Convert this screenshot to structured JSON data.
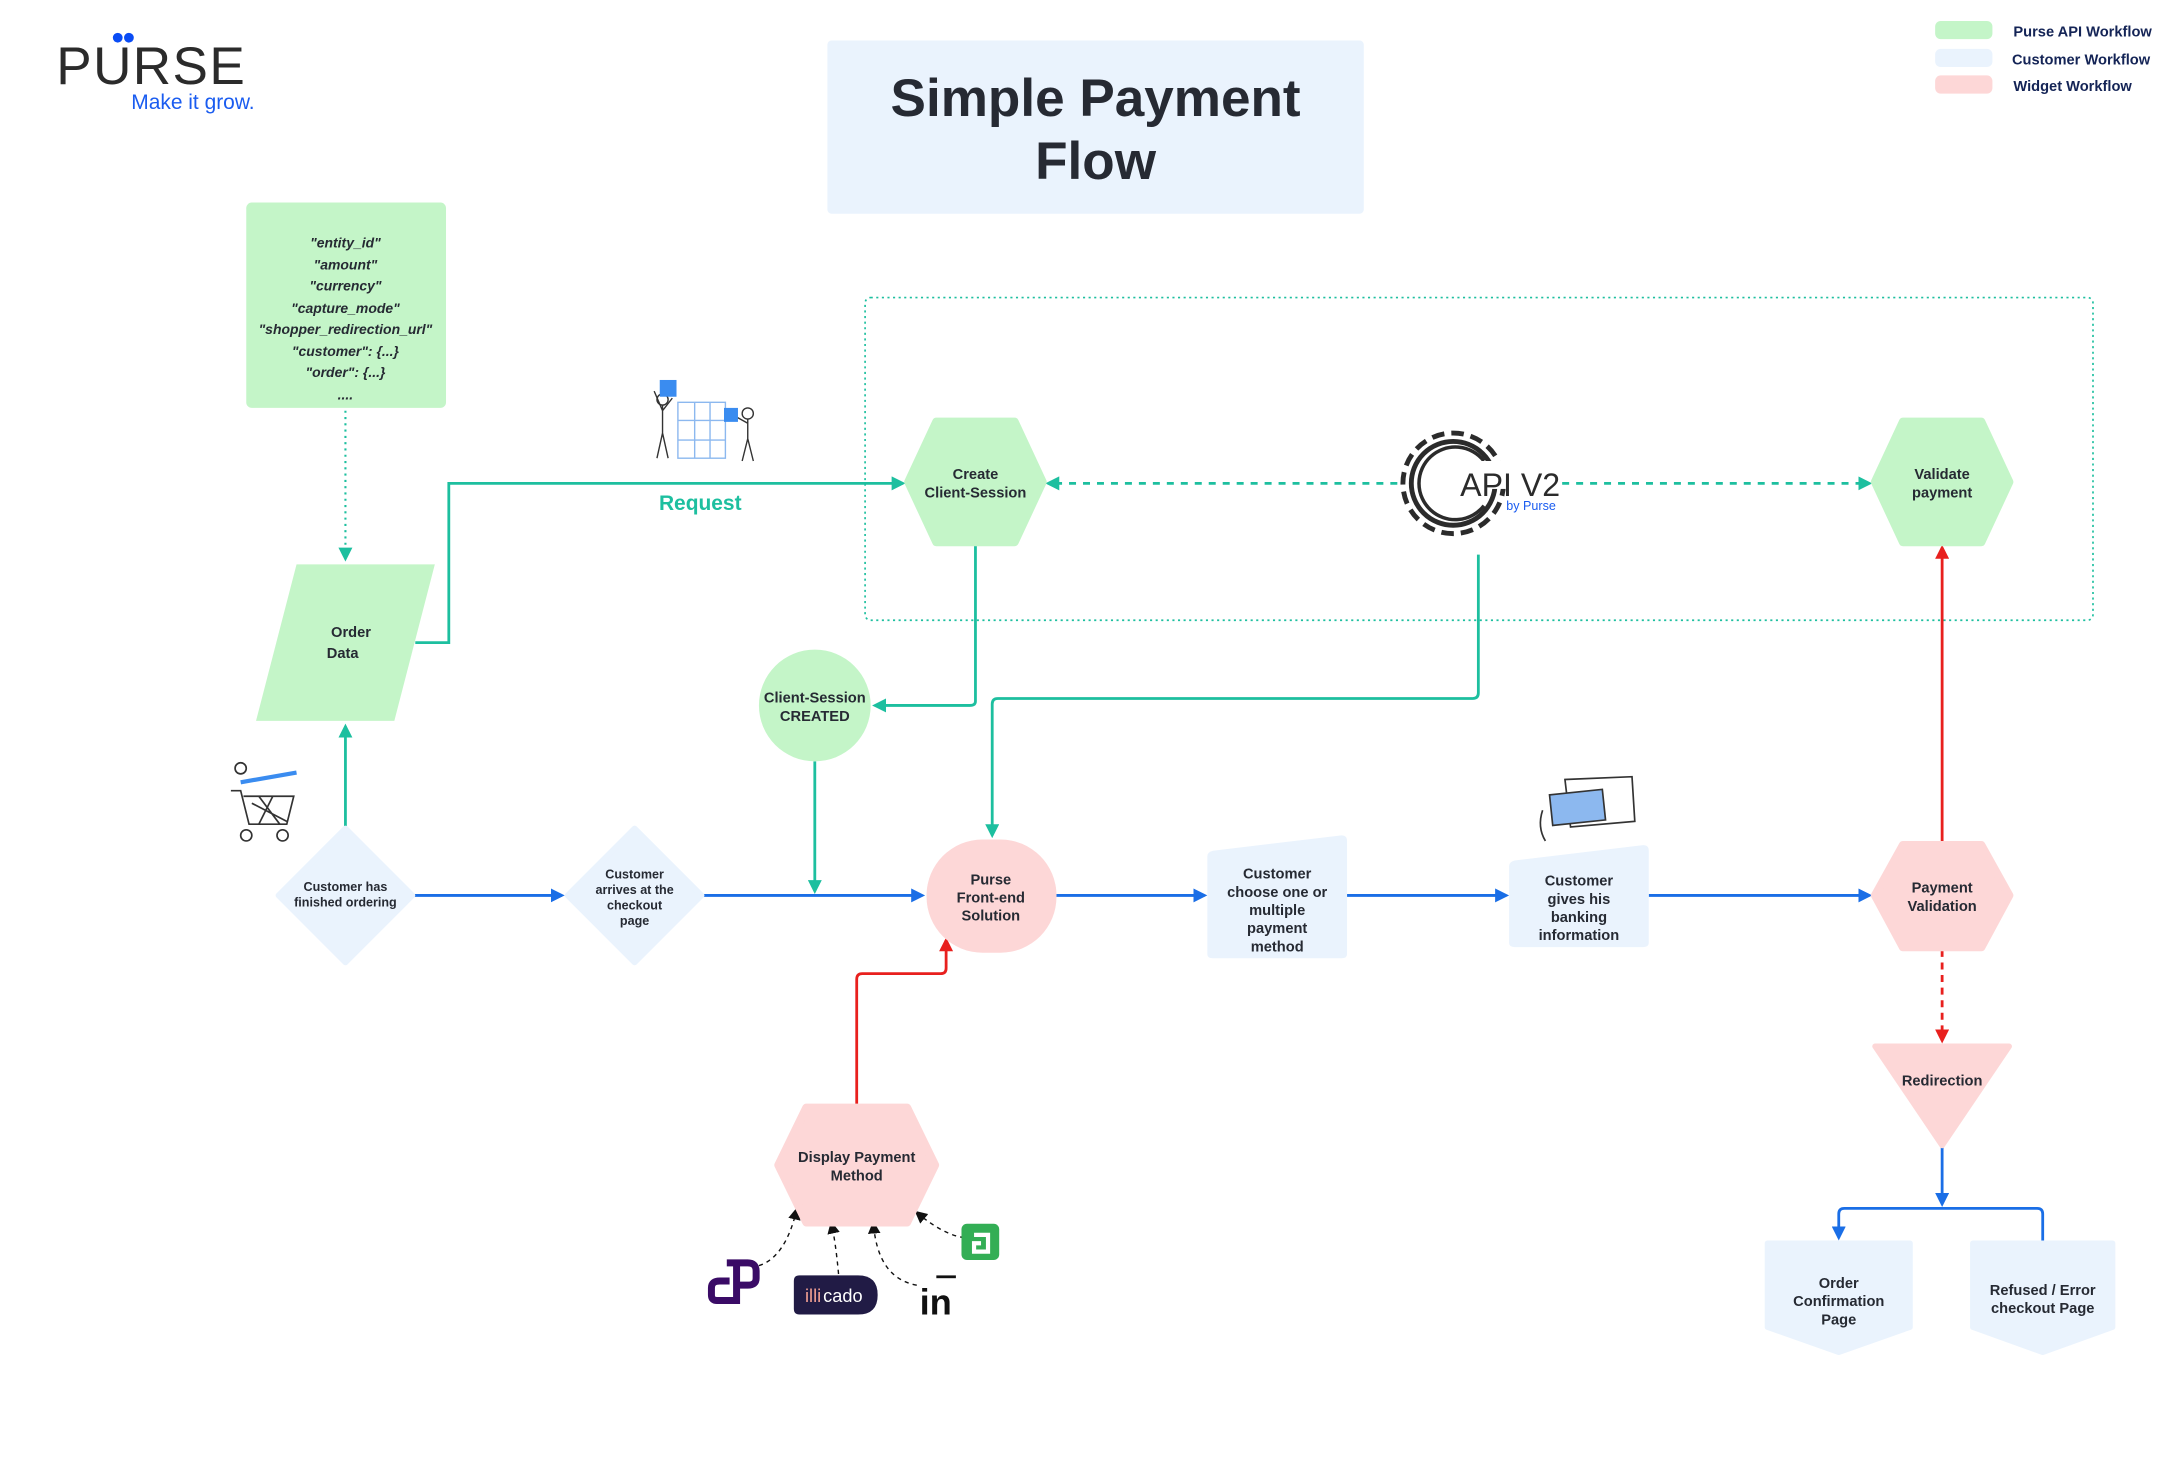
{
  "logo": {
    "brand": "PURSE",
    "tagline": "Make it grow."
  },
  "title": {
    "line1": "Simple Payment",
    "line2": "Flow"
  },
  "legend": [
    {
      "label": "Purse API Workflow",
      "color": "#c4f5c8"
    },
    {
      "label": "Customer  Workflow",
      "color": "#eaf3fd"
    },
    {
      "label": "Widget Workflow",
      "color": "#fdd7d7"
    }
  ],
  "colors": {
    "api": "#c4f5c8",
    "customer": "#eaf3fd",
    "widget": "#fdd7d7",
    "teal": "#1dbf9f",
    "blue": "#1a6ee6",
    "red": "#e8201e"
  },
  "order_payload": [
    "\"entity_id\"",
    "\"amount\"",
    "\"currency\"",
    "\"capture_mode\"",
    "\"shopper_redirection_url\"",
    "\"customer\": {...}",
    "\"order\": {...}",
    "...."
  ],
  "nodes": {
    "order_data": [
      "Order",
      "Data"
    ],
    "request_label": "Request",
    "create_session": [
      "Create",
      "Client-Session"
    ],
    "api": {
      "name": "API V2",
      "by": "by Purse"
    },
    "validate_payment": [
      "Validate",
      "payment"
    ],
    "session_created": [
      "Client-Session",
      "CREATED"
    ],
    "finished_ordering": [
      "Customer has",
      "finished ordering"
    ],
    "arrives_checkout": [
      "Customer",
      "arrives at the",
      "checkout",
      "page"
    ],
    "frontend": [
      "Purse",
      "Front-end",
      "Solution"
    ],
    "choose_method": [
      "Customer",
      "choose one or",
      "multiple",
      "payment",
      "method"
    ],
    "banking_info": [
      "Customer",
      "gives his",
      "banking",
      "information"
    ],
    "payment_validation": [
      "Payment",
      "Validation"
    ],
    "redirection": "Redirection",
    "order_confirmation": [
      "Order",
      "Confirmation",
      "Page"
    ],
    "refused": [
      "Refused / Error",
      "checkout Page"
    ],
    "display_method": [
      "Display Payment",
      "Method"
    ]
  },
  "payment_logos": {
    "illicado": {
      "part1": "illi",
      "part2": "cado"
    },
    "in": "in"
  }
}
